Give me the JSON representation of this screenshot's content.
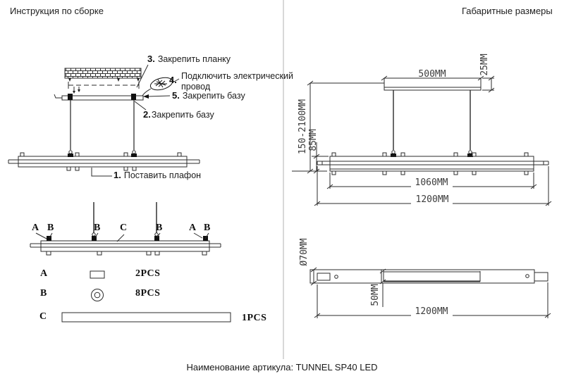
{
  "titles": {
    "left": "Инструкция по сборке",
    "right": "Габаритные размеры"
  },
  "footer": {
    "article": "Наименование артикула: TUNNEL SP40 LED"
  },
  "steps": {
    "s1": {
      "num": "1.",
      "label": "Поставить плафон"
    },
    "s2": {
      "num": "2.",
      "label": "Закрепить базу"
    },
    "s3": {
      "num": "3.",
      "label": "Закрепить планку"
    },
    "s4": {
      "num": "4.",
      "line1": "Подключить электрический",
      "line2": "провод"
    },
    "s5": {
      "num": "5.",
      "label": "Закрепить базу"
    }
  },
  "callouts": [
    "A",
    "B",
    "B",
    "C",
    "B",
    "A",
    "B"
  ],
  "parts": [
    {
      "letter": "A",
      "qty": "2PCS"
    },
    {
      "letter": "B",
      "qty": "8PCS"
    },
    {
      "letter": "C",
      "qty": "1PCS"
    }
  ],
  "dims": {
    "bar_width": "500MM",
    "bar_height": "25MM",
    "suspension": "150-2100MM",
    "lamp_height": "85MM",
    "glass_length": "1060MM",
    "total_length": "1200MM",
    "diameter": "Ø70MM",
    "channel_height": "50MM",
    "side_total": "1200MM"
  },
  "colors": {
    "line": "#2b2b2b",
    "dim_text": "#3c3c3c",
    "wire": "#666666"
  }
}
